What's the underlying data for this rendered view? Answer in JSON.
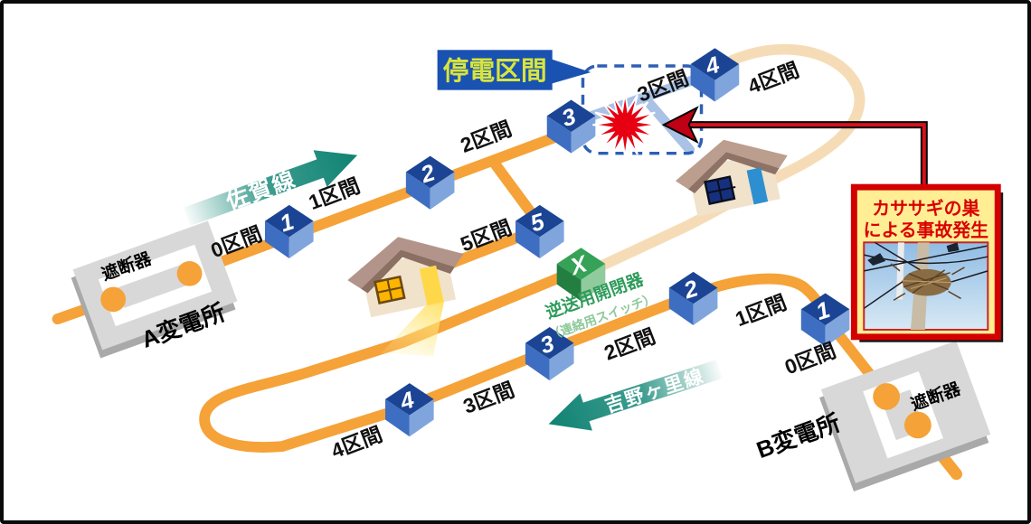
{
  "diagram": {
    "outage_callout": "停電区間",
    "accident_note": {
      "line1": "カササギの巣",
      "line2": "による事故発生"
    },
    "saga": {
      "line_name": "佐賀線",
      "substation": "A変電所",
      "breaker_label": "遮断器",
      "sections": {
        "s0": "0区間",
        "s1": "1区間",
        "s2": "2区間",
        "s3": "3区間",
        "s4": "4区間",
        "s5": "5区間"
      },
      "switches": {
        "sw1": "1",
        "sw2": "2",
        "sw3": "3",
        "sw4": "4",
        "sw5": "5"
      }
    },
    "yoshinogari": {
      "line_name": "吉野ヶ里線",
      "substation": "B変電所",
      "breaker_label": "遮断器",
      "sections": {
        "s0": "0区間",
        "s1": "1区間",
        "s2": "2区間",
        "s3": "3区間",
        "s4": "4区間"
      },
      "switches": {
        "sw1": "1",
        "sw2": "2",
        "sw3": "3",
        "sw4": "4"
      }
    },
    "tie_switch": {
      "symbol": "X",
      "label": "逆送用開閉器",
      "sublabel": "（連絡用スイッチ）"
    },
    "colors": {
      "energized_line": "#F5A238",
      "deenergized_line": "#F6DCB6",
      "outage_line": "#A9C2E6",
      "switch_cube_top": "#1B4494",
      "tie_cube_top": "#35A257",
      "arrow_teal": "#14897B",
      "callout_bg": "#1A52B2",
      "callout_text": "#D9E53C",
      "alert_red": "#D40000",
      "alert_bg": "#FFEE94"
    }
  }
}
